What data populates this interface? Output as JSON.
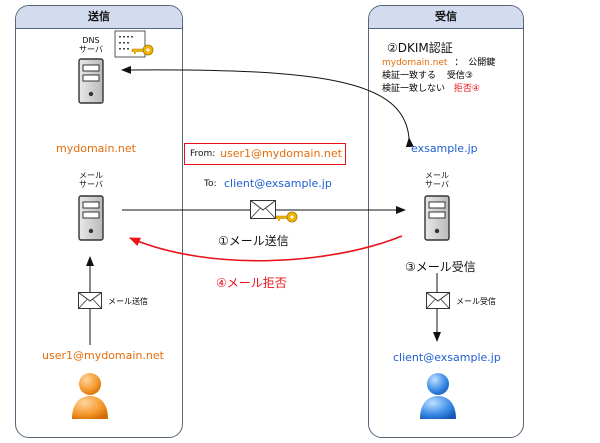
{
  "sender_panel": {
    "title": "送信",
    "dns_label_line1": "DNS",
    "dns_label_line2": "サーバ",
    "domain": "mydomain.net",
    "mail_server_line1": "メール",
    "mail_server_line2": "サーバ",
    "send_label": "メール送信",
    "user_address": "user1@mydomain.net"
  },
  "receiver_panel": {
    "title": "受信",
    "dkim_heading": "②DKIM認証",
    "dkim_domain": "mydomain.net",
    "dkim_colon": "：",
    "dkim_key": "公開鍵",
    "match_text": "検証一致する",
    "match_result": "受信③",
    "mismatch_text": "検証一致しない",
    "mismatch_result": "拒否④",
    "domain": "exsample.jp",
    "mail_server_line1": "メール",
    "mail_server_line2": "サーバ",
    "receive_heading": "③メール受信",
    "receive_label": "メール受信",
    "client_address": "client@exsample.jp"
  },
  "middle": {
    "from_label": "From:",
    "from_address": "user1@mydomain.net",
    "to_label": "To:",
    "to_address": "client@exsample.jp",
    "send_step": "①メール送信",
    "reject_step": "④メール拒否"
  },
  "colors": {
    "orange": "#e46c0a",
    "blue": "#1f5fd1",
    "red": "#e8141a",
    "header_fill": "#d3dcef",
    "key_gold": "#f0b400"
  },
  "icons": [
    "server-icon",
    "envelope-icon",
    "key-icon",
    "user-icon",
    "dns-record-icon"
  ]
}
